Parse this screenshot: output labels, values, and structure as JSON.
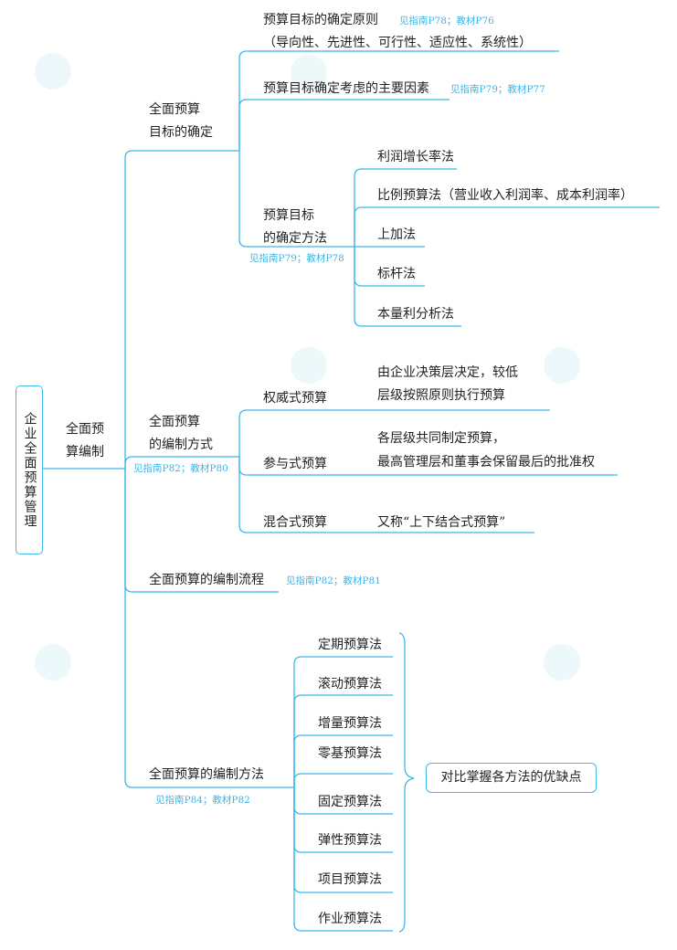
{
  "root": "企业全面预算管理",
  "level1": "全面预算编制",
  "branches": {
    "goal": {
      "title_line1": "全面预算",
      "title_line2": "目标的确定",
      "principle": {
        "line1": "预算目标的确定原则",
        "line2": "（导向性、先进性、可行性、适应性、系统性）",
        "ref": "见指南P78；教材P76"
      },
      "factors": {
        "label": "预算目标确定考虑的主要因素",
        "ref": "见指南P79；教材P77"
      },
      "methods": {
        "line1": "预算目标",
        "line2": "的确定方法",
        "ref": "见指南P79；教材P78",
        "items": [
          "利润增长率法",
          "比例预算法（营业收入利润率、成本利润率）",
          "上加法",
          "标杆法",
          "本量利分析法"
        ]
      }
    },
    "mode": {
      "title_line1": "全面预算",
      "title_line2": "的编制方式",
      "ref": "见指南P82；教材P80",
      "items": [
        {
          "label": "权威式预算",
          "desc1": "由企业决策层决定，较低",
          "desc2": "层级按照原则执行预算"
        },
        {
          "label": "参与式预算",
          "desc1": "各层级共同制定预算，",
          "desc2": "最高管理层和董事会保留最后的批准权"
        },
        {
          "label": "混合式预算",
          "desc1": "又称“上下结合式预算”"
        }
      ]
    },
    "process": {
      "title": "全面预算的编制流程",
      "ref": "见指南P82；教材P81"
    },
    "methods": {
      "title": "全面预算的编制方法",
      "ref": "见指南P84；教材P82",
      "items": [
        "定期预算法",
        "滚动预算法",
        "增量预算法",
        "零基预算法",
        "固定预算法",
        "弹性预算法",
        "项目预算法",
        "作业预算法"
      ],
      "summary": "对比掌握各方法的优缺点"
    }
  },
  "colors": {
    "line": "#3cb8e8",
    "ref": "#3cb4e6"
  }
}
